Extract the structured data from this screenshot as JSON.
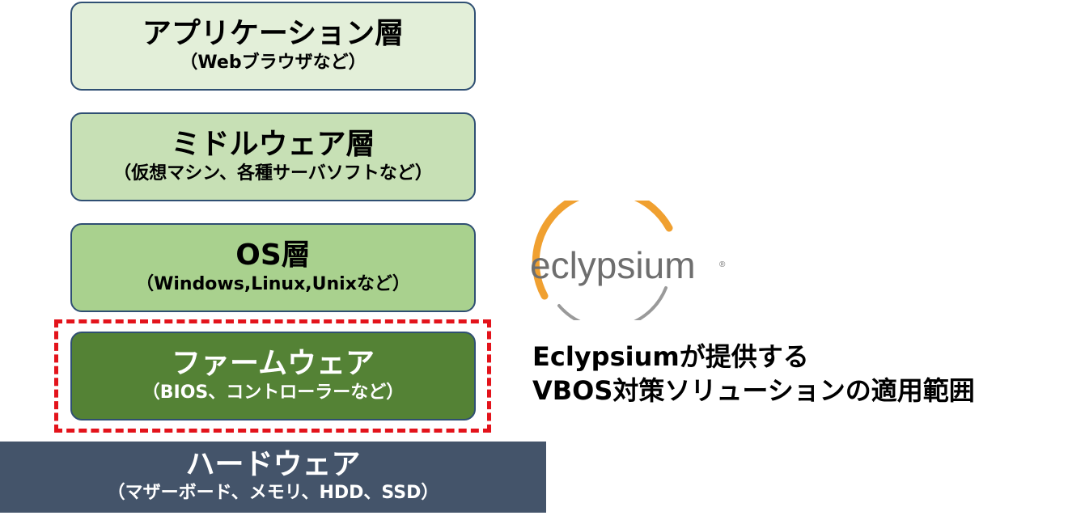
{
  "layers": [
    {
      "title": "アプリケーション層",
      "subtitle": "（Webブラウザなど）"
    },
    {
      "title": "ミドルウェア層",
      "subtitle": "（仮想マシン、各種サーバソフトなど）"
    },
    {
      "title": "OS層",
      "subtitle": "（Windows,Linux,Unixなど）"
    },
    {
      "title": "ファームウェア",
      "subtitle": "（BIOS、コントローラーなど）"
    }
  ],
  "hardware": {
    "title": "ハードウェア",
    "subtitle": "（マザーボード、メモリ、HDD、SSD）"
  },
  "logo": {
    "wordmark": "eclypsium",
    "registered": "®"
  },
  "caption": {
    "line1": "Eclypsiumが提供する",
    "line2": "VBOS対策ソリューションの適用範囲"
  },
  "colors": {
    "scope_border": "#e3131b",
    "firmware_fill": "#548235",
    "hardware_fill": "#44546a",
    "logo_orange": "#f0a030"
  }
}
